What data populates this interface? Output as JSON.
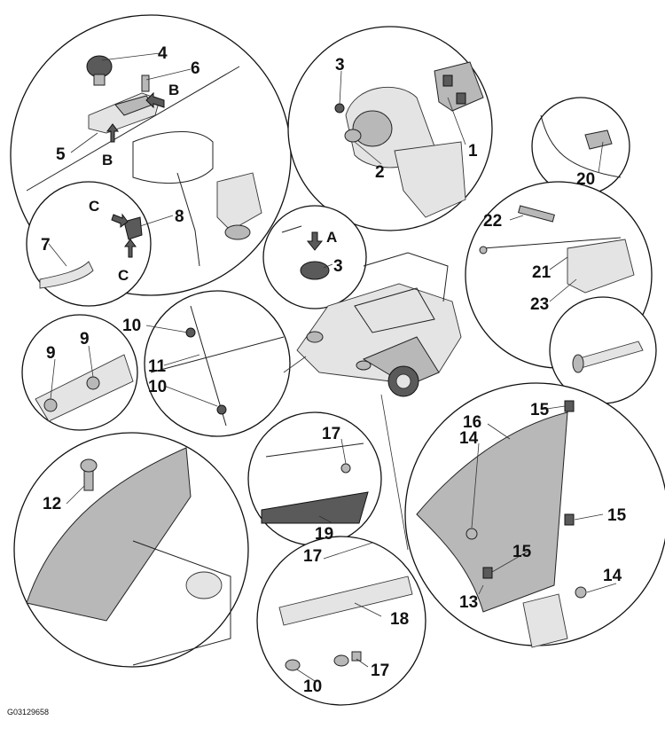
{
  "figure_id": "G03129658",
  "callouts": {
    "c1": "1",
    "c2": "2",
    "c3a": "3",
    "c3b": "3",
    "c4": "4",
    "c5": "5",
    "c6": "6",
    "c7": "7",
    "c8": "8",
    "c9a": "9",
    "c9b": "9",
    "c10a": "10",
    "c10b": "10",
    "c10c": "10",
    "c11": "11",
    "c12": "12",
    "c13": "13",
    "c14a": "14",
    "c14b": "14",
    "c15a": "15",
    "c15b": "15",
    "c15c": "15",
    "c16": "16",
    "c17a": "17",
    "c17b": "17",
    "c17c": "17",
    "c18": "18",
    "c19": "19",
    "c20": "20",
    "c21": "21",
    "c22": "22",
    "c23": "23"
  },
  "letters": {
    "a": "A",
    "b1": "B",
    "b2": "B",
    "c1": "C",
    "c2": "C"
  },
  "colors": {
    "line": "#222222",
    "fill_mid": "#b8b8b8",
    "fill_dark": "#5a5a5a",
    "background": "#ffffff"
  }
}
